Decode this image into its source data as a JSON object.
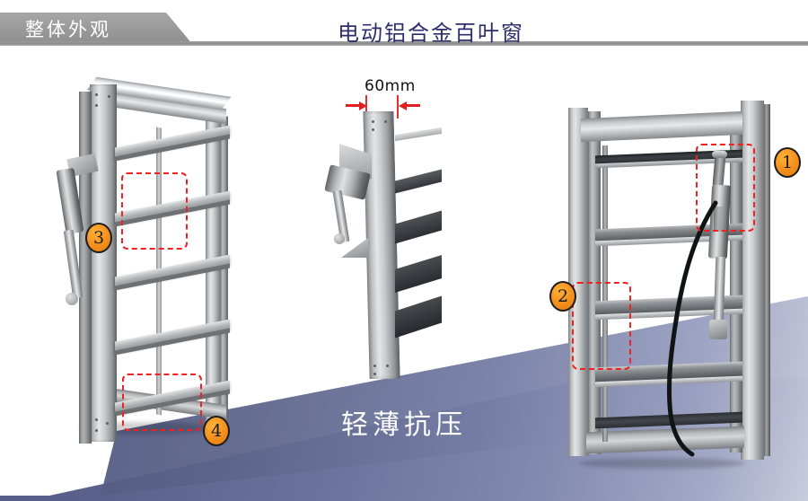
{
  "header": {
    "tab_label": "整体外观",
    "title": "电动铝合金百叶窗",
    "tab_color": "#9b9b9b",
    "title_color": "#2d2d6b"
  },
  "product": {
    "tagline": "轻薄抗压",
    "dimension_label": "60mm",
    "accent_color": "#f59220",
    "highlight_color": "#ee2222",
    "ground_color": "#5c6489"
  },
  "callouts": [
    {
      "id": 1,
      "number": "①",
      "glyph": "1",
      "target": "actuator-head-right"
    },
    {
      "id": 2,
      "number": "②",
      "glyph": "2",
      "target": "frame-profile-right"
    },
    {
      "id": 3,
      "number": "③",
      "glyph": "3",
      "target": "linkage-left"
    },
    {
      "id": 4,
      "number": "④",
      "glyph": "4",
      "target": "bottom-rail-left"
    }
  ],
  "views": {
    "left": {
      "name": "front-angled-view",
      "slat_count": 5
    },
    "middle": {
      "name": "side-profile-view",
      "slat_count": 5
    },
    "right": {
      "name": "rear-angled-view",
      "slat_count": 5
    }
  }
}
